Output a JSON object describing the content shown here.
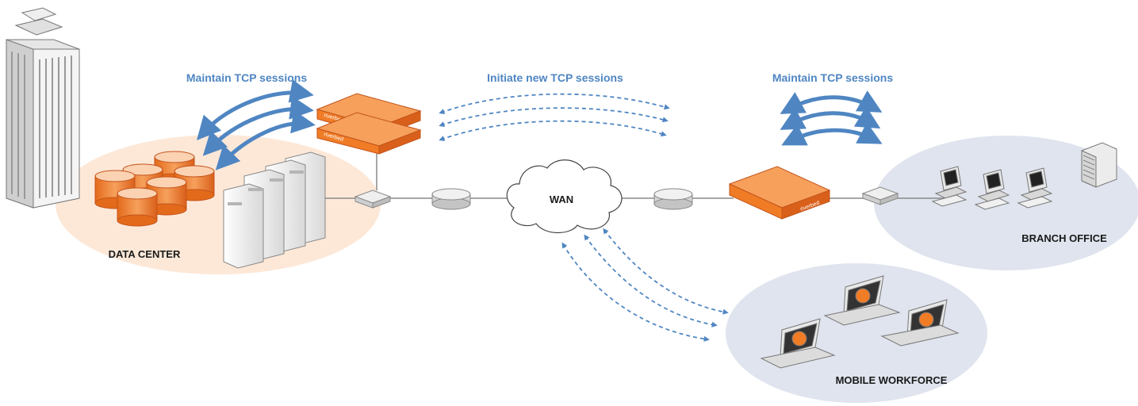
{
  "labels": {
    "maintain_left": "Maintain TCP sessions",
    "initiate_center": "Initiate new TCP sessions",
    "maintain_right": "Maintain TCP sessions",
    "wan": "WAN",
    "data_center": "DATA CENTER",
    "branch_office": "BRANCH OFFICE",
    "mobile_workforce": "MOBILE WORKFORCE",
    "brand": "riverbed"
  },
  "colors": {
    "arrow_blue": "#4f86c2",
    "appliance_orange": "#f07c26",
    "datacenter_zone": "#fde8d8",
    "remote_zone": "#dfe4ee",
    "link_gray": "#8a8a8a"
  },
  "icons": [
    "building-icon",
    "database-icon",
    "server-rack-icon",
    "wan-accelerator-icon",
    "switch-icon",
    "router-icon",
    "cloud-icon",
    "desktop-computer-icon",
    "server-stack-icon",
    "laptop-icon"
  ]
}
